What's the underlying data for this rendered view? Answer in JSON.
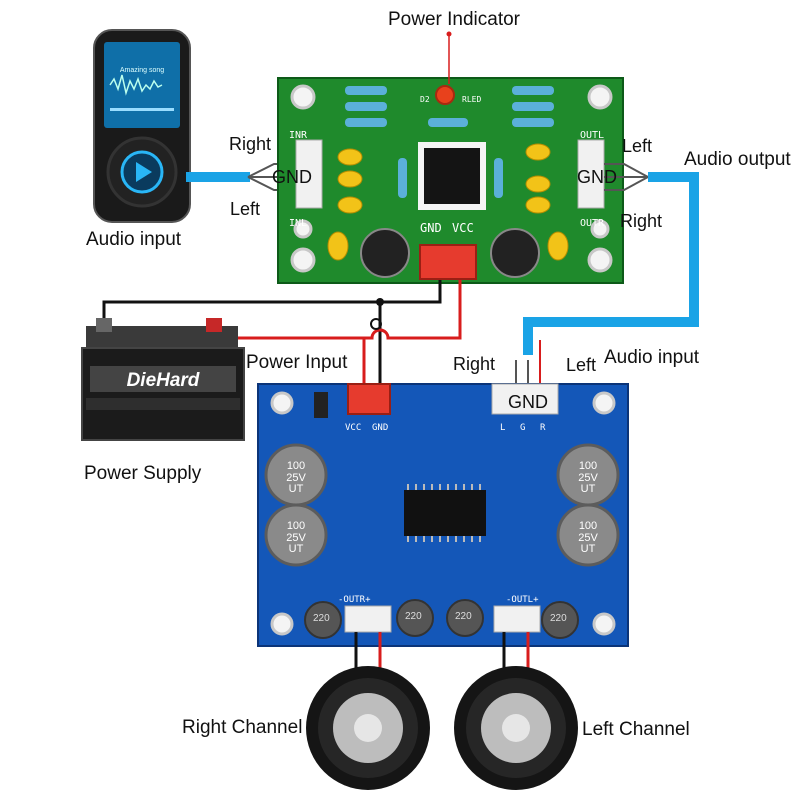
{
  "labels": {
    "power_indicator": "Power Indicator",
    "audio_input_top": "Audio input",
    "audio_output": "Audio output",
    "power_input": "Power Input",
    "power_supply": "Power Supply",
    "audio_input_bottom": "Audio input",
    "right_channel": "Right Channel",
    "left_channel": "Left Channel",
    "in_right": "Right",
    "in_gnd": "GND",
    "in_left": "Left",
    "out_left": "Left",
    "out_gnd": "GND",
    "out_right": "Right",
    "amp_right": "Right",
    "amp_gnd": "GND",
    "amp_left": "Left"
  },
  "preamp_board": {
    "silk_inr": "INR",
    "silk_inl": "INL",
    "silk_outl": "OUTL",
    "silk_outr": "OUTR",
    "silk_gnd": "GND",
    "silk_vcc": "VCC",
    "silk_d2": "D2",
    "silk_rled": "RLED"
  },
  "amp_board": {
    "silk_vcc": "VCC",
    "silk_gnd": "GND",
    "silk_l": "L",
    "silk_g": "G",
    "silk_r": "R",
    "silk_outr": "-OUTR+",
    "silk_outl": "-OUTL+",
    "cap_line1": "100",
    "cap_line2": "25V",
    "cap_line3": "UT",
    "inductor": "220"
  },
  "battery": {
    "brand": "DieHard"
  },
  "player": {
    "song": "Amazing song"
  },
  "colors": {
    "audio_cable": "#1aa3e6",
    "power_wire": "#d81d1d",
    "ground_wire": "#111111",
    "preamp_pcb": "#1f8a2c",
    "amp_pcb": "#1457b8"
  }
}
